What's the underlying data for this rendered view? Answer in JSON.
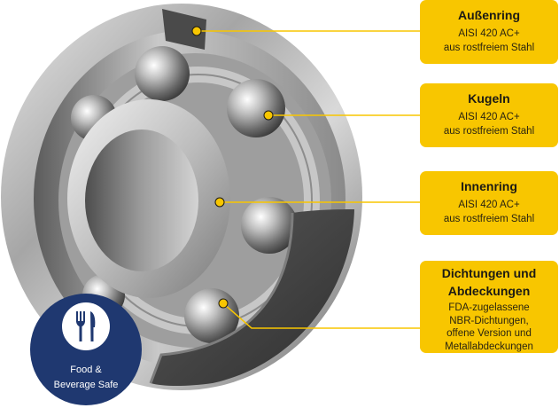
{
  "callouts": [
    {
      "title": "Außenring",
      "lines": [
        "AISI 420 AC+",
        "aus rostfreiem Stahl"
      ]
    },
    {
      "title": "Kugeln",
      "lines": [
        "AISI 420 AC+",
        "aus rostfreiem Stahl"
      ]
    },
    {
      "title": "Innenring",
      "lines": [
        "AISI 420 AC+",
        "aus rostfreiem Stahl"
      ]
    },
    {
      "title_lines": [
        "Dichtungen und",
        "Abdeckungen"
      ],
      "lines": [
        "FDA-zugelassene",
        "NBR-Dichtungen,",
        "offene Version und",
        "Metallabdeckungen"
      ]
    }
  ],
  "badge": {
    "line1": "Food &",
    "line2": "Beverage Safe",
    "icon": "fork-knife-icon"
  },
  "colors": {
    "accent": "#f8c600",
    "badge": "#1f3870",
    "leader": "#f8c600"
  }
}
